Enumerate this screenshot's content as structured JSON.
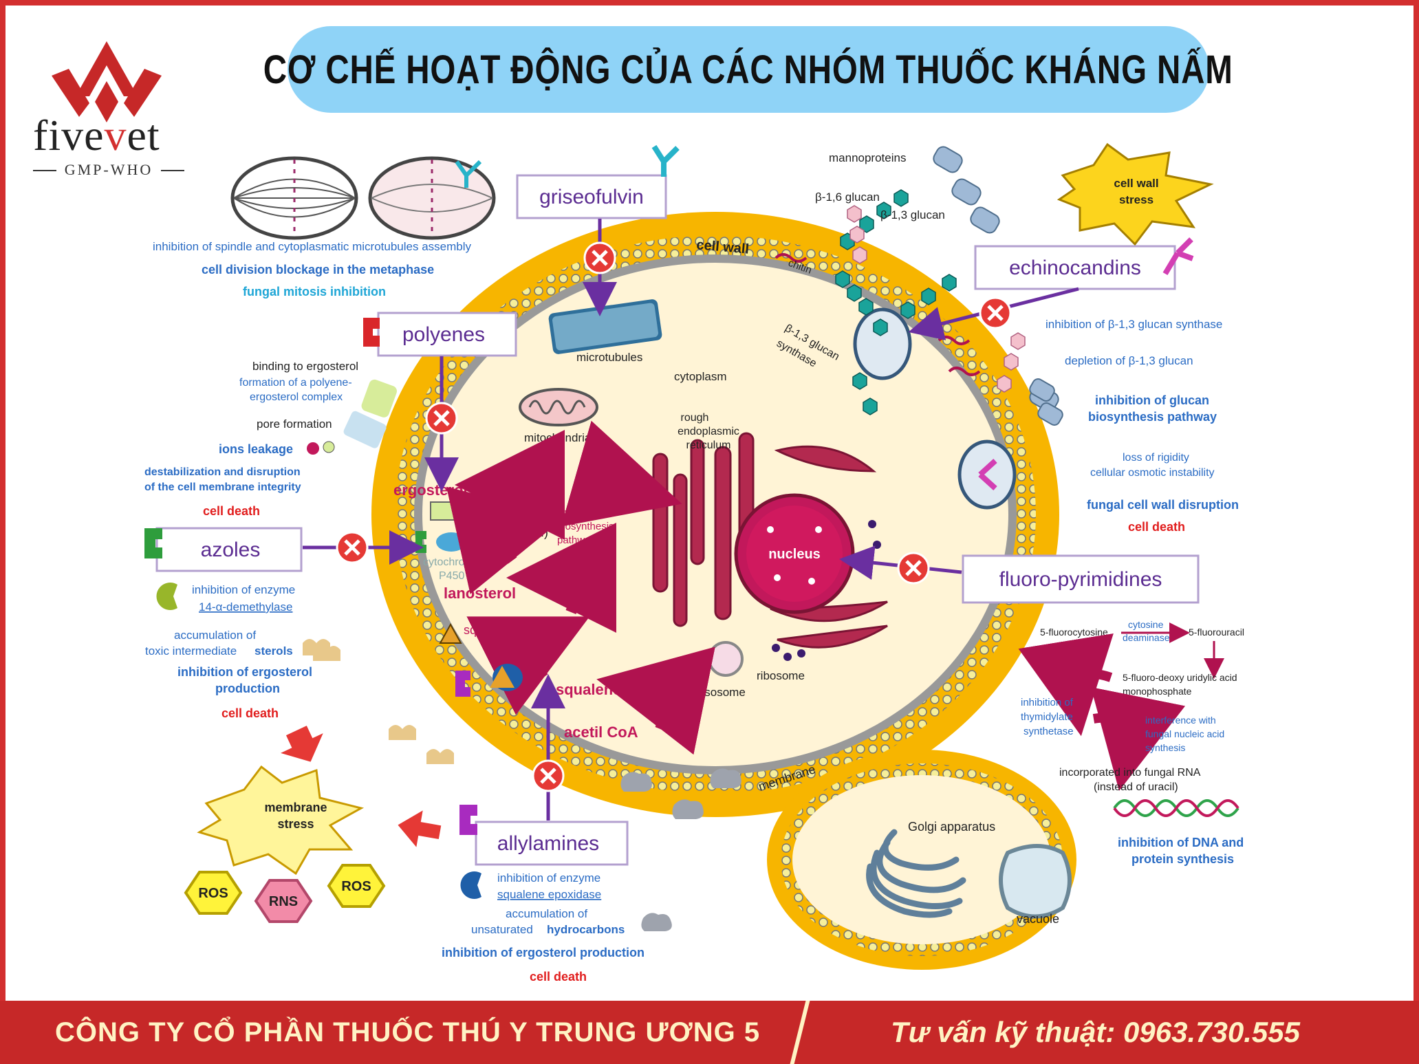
{
  "header": {
    "brand_name_prefix": "five",
    "brand_name_v": "v",
    "brand_name_suffix": "et",
    "brand_tagline": "GMP-WHO",
    "title": "CƠ CHẾ HOẠT ĐỘNG CỦA CÁC NHÓM THUỐC KHÁNG NẤM"
  },
  "drugs": {
    "griseofulvin": "griseofulvin",
    "polyenes": "polyenes",
    "azoles": "azoles",
    "allylamines": "allylamines",
    "echinocandins": "echinocandins",
    "fluoro": "fluoro-pyrimidines"
  },
  "griseofulvin_notes": {
    "n1": "inhibition of spindle and cytoplasmatic microtubules assembly",
    "n2": "cell division blockage in the metaphase",
    "n3": "fungal mitosis inhibition"
  },
  "polyenes_notes": {
    "n1": "binding to ergosterol",
    "n2a": "formation of a polyene-",
    "n2b": "ergosterol complex",
    "n3": "pore formation",
    "n4": "ions leakage",
    "n5a": "destabilization and disruption",
    "n5b": "of the cell membrane integrity",
    "n6": "cell death"
  },
  "azoles_notes": {
    "n1": "inhibition of enzyme",
    "n2": "14-α-demethylase",
    "n3": "accumulation of",
    "n4a": "toxic intermediate",
    "n4b": "sterols",
    "n5a": "inhibition of ergosterol",
    "n5b": "production",
    "n6": "cell death"
  },
  "stress": {
    "membrane_a": "membrane",
    "membrane_b": "stress",
    "wall_a": "cell wall",
    "wall_b": "stress",
    "ros1": "ROS",
    "rns": "RNS",
    "ros2": "ROS"
  },
  "allylamines_notes": {
    "n1": "inhibition of enzyme",
    "n2": "squalene epoxidase",
    "n3": "accumulation of",
    "n4a": "unsaturated",
    "n4b": "hydrocarbons",
    "n5": "inhibition of ergosterol production",
    "n6": "cell death"
  },
  "echinocandins_notes": {
    "n1": "inhibition of β-1,3 glucan synthase",
    "n2": "depletion of β-1,3 glucan",
    "n3a": "inhibition of glucan",
    "n3b": "biosynthesis pathway",
    "n4a": "loss of rigidity",
    "n4b": "cellular osmotic instability",
    "n5": "fungal cell wall disruption",
    "n6": "cell death"
  },
  "fluoro_notes": {
    "fc": "5-fluorocytosine",
    "cd_a": "cytosine",
    "cd_b": "deaminase",
    "fu": "5-fluorouracil",
    "fdu_a": "5-fluoro-deoxy uridylic acid",
    "fdu_b": "monophosphate",
    "ts_a": "inhibition of",
    "ts_b": "thymidylate",
    "ts_c": "synthetase",
    "int_a": "interference with",
    "int_b": "fungal nucleic acid",
    "int_c": "synthesis",
    "rna_a": "incorporated into fungal RNA",
    "rna_b": "(instead of uracil)",
    "dna_a": "inhibition of DNA and",
    "dna_b": "protein synthesis"
  },
  "wall_labels": {
    "mannoproteins": "mannoproteins",
    "b16": "β-1,6 glucan",
    "b13": "β-1,3 glucan",
    "cell_wall": "cell wall",
    "chitin": "chitin",
    "synthase_a": "β-1,3 glucan",
    "synthase_b": "synthase",
    "membrane": "membrane"
  },
  "cell_labels": {
    "microtubules": "microtubules",
    "cytoplasm": "cytoplasm",
    "mitochondria": "mitochondria",
    "rer_a": "rough",
    "rer_b": "endoplasmic",
    "rer_c": "reticulum",
    "ergosterol": "ergosterol",
    "path_a": "ergosterol",
    "path_b": "biosynthesis",
    "path_c": "pathway",
    "dots": "(...)",
    "cyp_a": "cytochrome",
    "cyp_b": "P450",
    "lanosterol": "lanosterol",
    "sq_epoxide": "squalene epoxide",
    "squalene": "squalene",
    "acetil": "acetil CoA",
    "nucleus": "nucleus",
    "lysosome": "lysosome",
    "ribosome": "ribosome",
    "golgi": "Golgi apparatus",
    "vacuole": "vacuole"
  },
  "footer": {
    "company": "CÔNG TY CỔ PHẦN THUỐC THÚ Y TRUNG ƯƠNG 5",
    "hotline": "Tư vấn kỹ thuật: 0963.730.555"
  },
  "colors": {
    "accent_red": "#d32f2f",
    "title_pill": "#8fd3f7",
    "cell_wall": "#f7b500",
    "cytoplasm": "#fff4d6",
    "drug_label": "#5b2c91",
    "note_blue": "#2b6cc4",
    "note_cyan": "#1fa6d6",
    "death_red": "#e11d1d",
    "pathway_red": "#c2185b"
  }
}
